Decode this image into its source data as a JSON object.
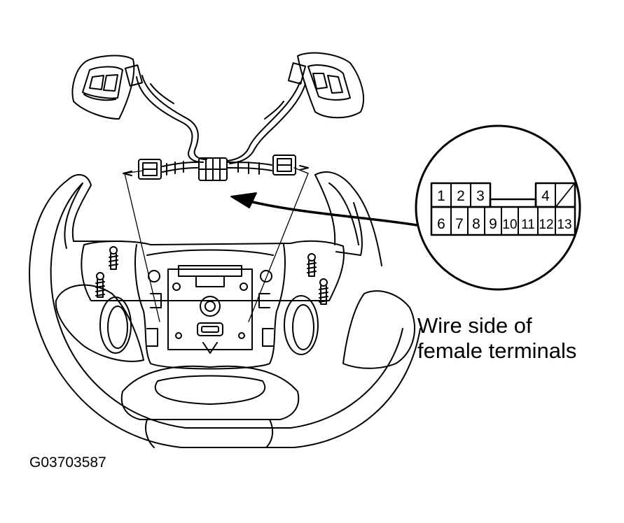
{
  "connector": {
    "pins_top": [
      "1",
      "2",
      "3",
      "4"
    ],
    "pins_bottom": [
      "6",
      "7",
      "8",
      "9",
      "10",
      "11",
      "12",
      "13"
    ]
  },
  "caption": {
    "line1": "Wire side of",
    "line2": "female terminals"
  },
  "figure_id": "G03703587",
  "colors": {
    "line": "#000000",
    "background": "#ffffff"
  }
}
